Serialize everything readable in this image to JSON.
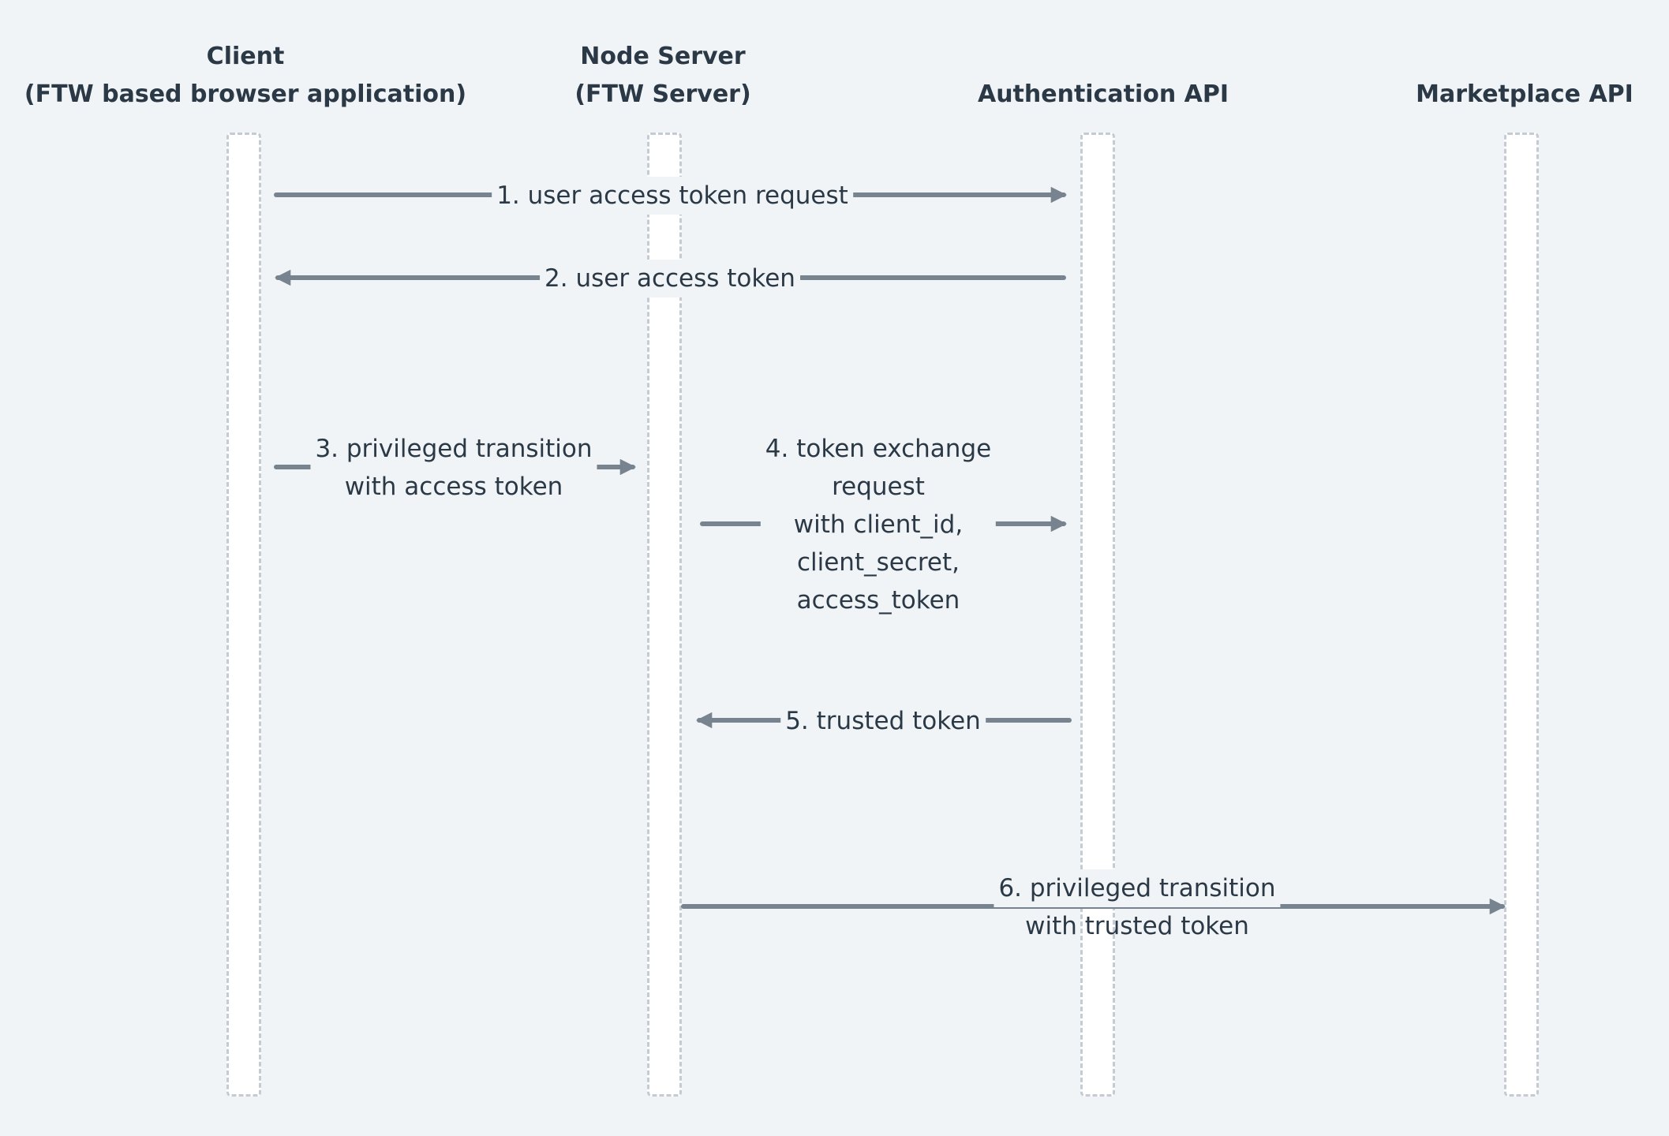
{
  "participants": [
    {
      "line1": "Client",
      "line2": "(FTW based browser application)"
    },
    {
      "line1": "Node Server",
      "line2": "(FTW Server)"
    },
    {
      "line1": "",
      "line2": "Authentication API"
    },
    {
      "line1": "",
      "line2": "Marketplace API"
    }
  ],
  "messages": [
    {
      "lines": [
        "1. user access token request"
      ]
    },
    {
      "lines": [
        "2. user access token"
      ]
    },
    {
      "lines": [
        "3. privileged transition",
        "with access token"
      ]
    },
    {
      "lines": [
        "4. token exchange",
        "request",
        "with client_id,",
        "client_secret,",
        "access_token"
      ]
    },
    {
      "lines": [
        "5. trusted token"
      ]
    },
    {
      "lines": [
        "6. privileged transition",
        "with trusted token"
      ]
    }
  ],
  "colors": {
    "background": "#f0f4f7",
    "arrow": "#77838f",
    "lifeline_border": "#c4cbd2",
    "text": "#2b3946"
  }
}
